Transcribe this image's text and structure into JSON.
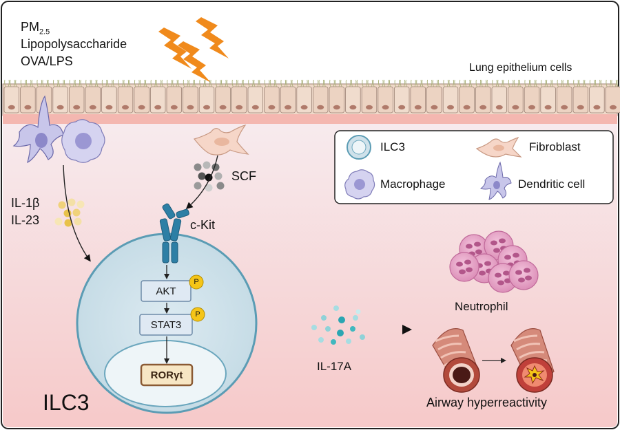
{
  "triggers": {
    "pm_main": "PM",
    "pm_sub": "2.5",
    "lps": "Lipopolysaccharide",
    "ova": "OVA/LPS"
  },
  "epithelium": {
    "label": "Lung epithelium cells"
  },
  "cytokines": {
    "il1b": "IL-1β",
    "il23": "IL-23",
    "scf": "SCF",
    "il17a": "IL-17A"
  },
  "receptor": {
    "label": "c-Kit"
  },
  "pathway": {
    "akt": "AKT",
    "stat3": "STAT3",
    "roryt": "RORγt",
    "phospho": "P"
  },
  "cell": {
    "label": "ILC3"
  },
  "legend": {
    "items": [
      {
        "label": "ILC3"
      },
      {
        "label": "Fibroblast"
      },
      {
        "label": "Macrophage"
      },
      {
        "label": "Dendritic cell"
      }
    ]
  },
  "outcomes": {
    "neutrophil": "Neutrophil",
    "airway": "Airway hyperreactivity"
  },
  "colors": {
    "background_top": "#ffffff",
    "tissue_gradient_start": "#f7ebee",
    "tissue_gradient_end": "#f6c9c9",
    "lightning": "#f08a1c",
    "cell_fill": "#cfe1ea",
    "cell_stroke": "#5b9cb4",
    "receptor": "#2d7fa5",
    "phospho": "#f5c518",
    "neutrophil": "#e6a2c6",
    "cytokine_il17": "#40b8bf",
    "cytokine_il1": "#f0d27a",
    "scf_dots": "#555555"
  }
}
